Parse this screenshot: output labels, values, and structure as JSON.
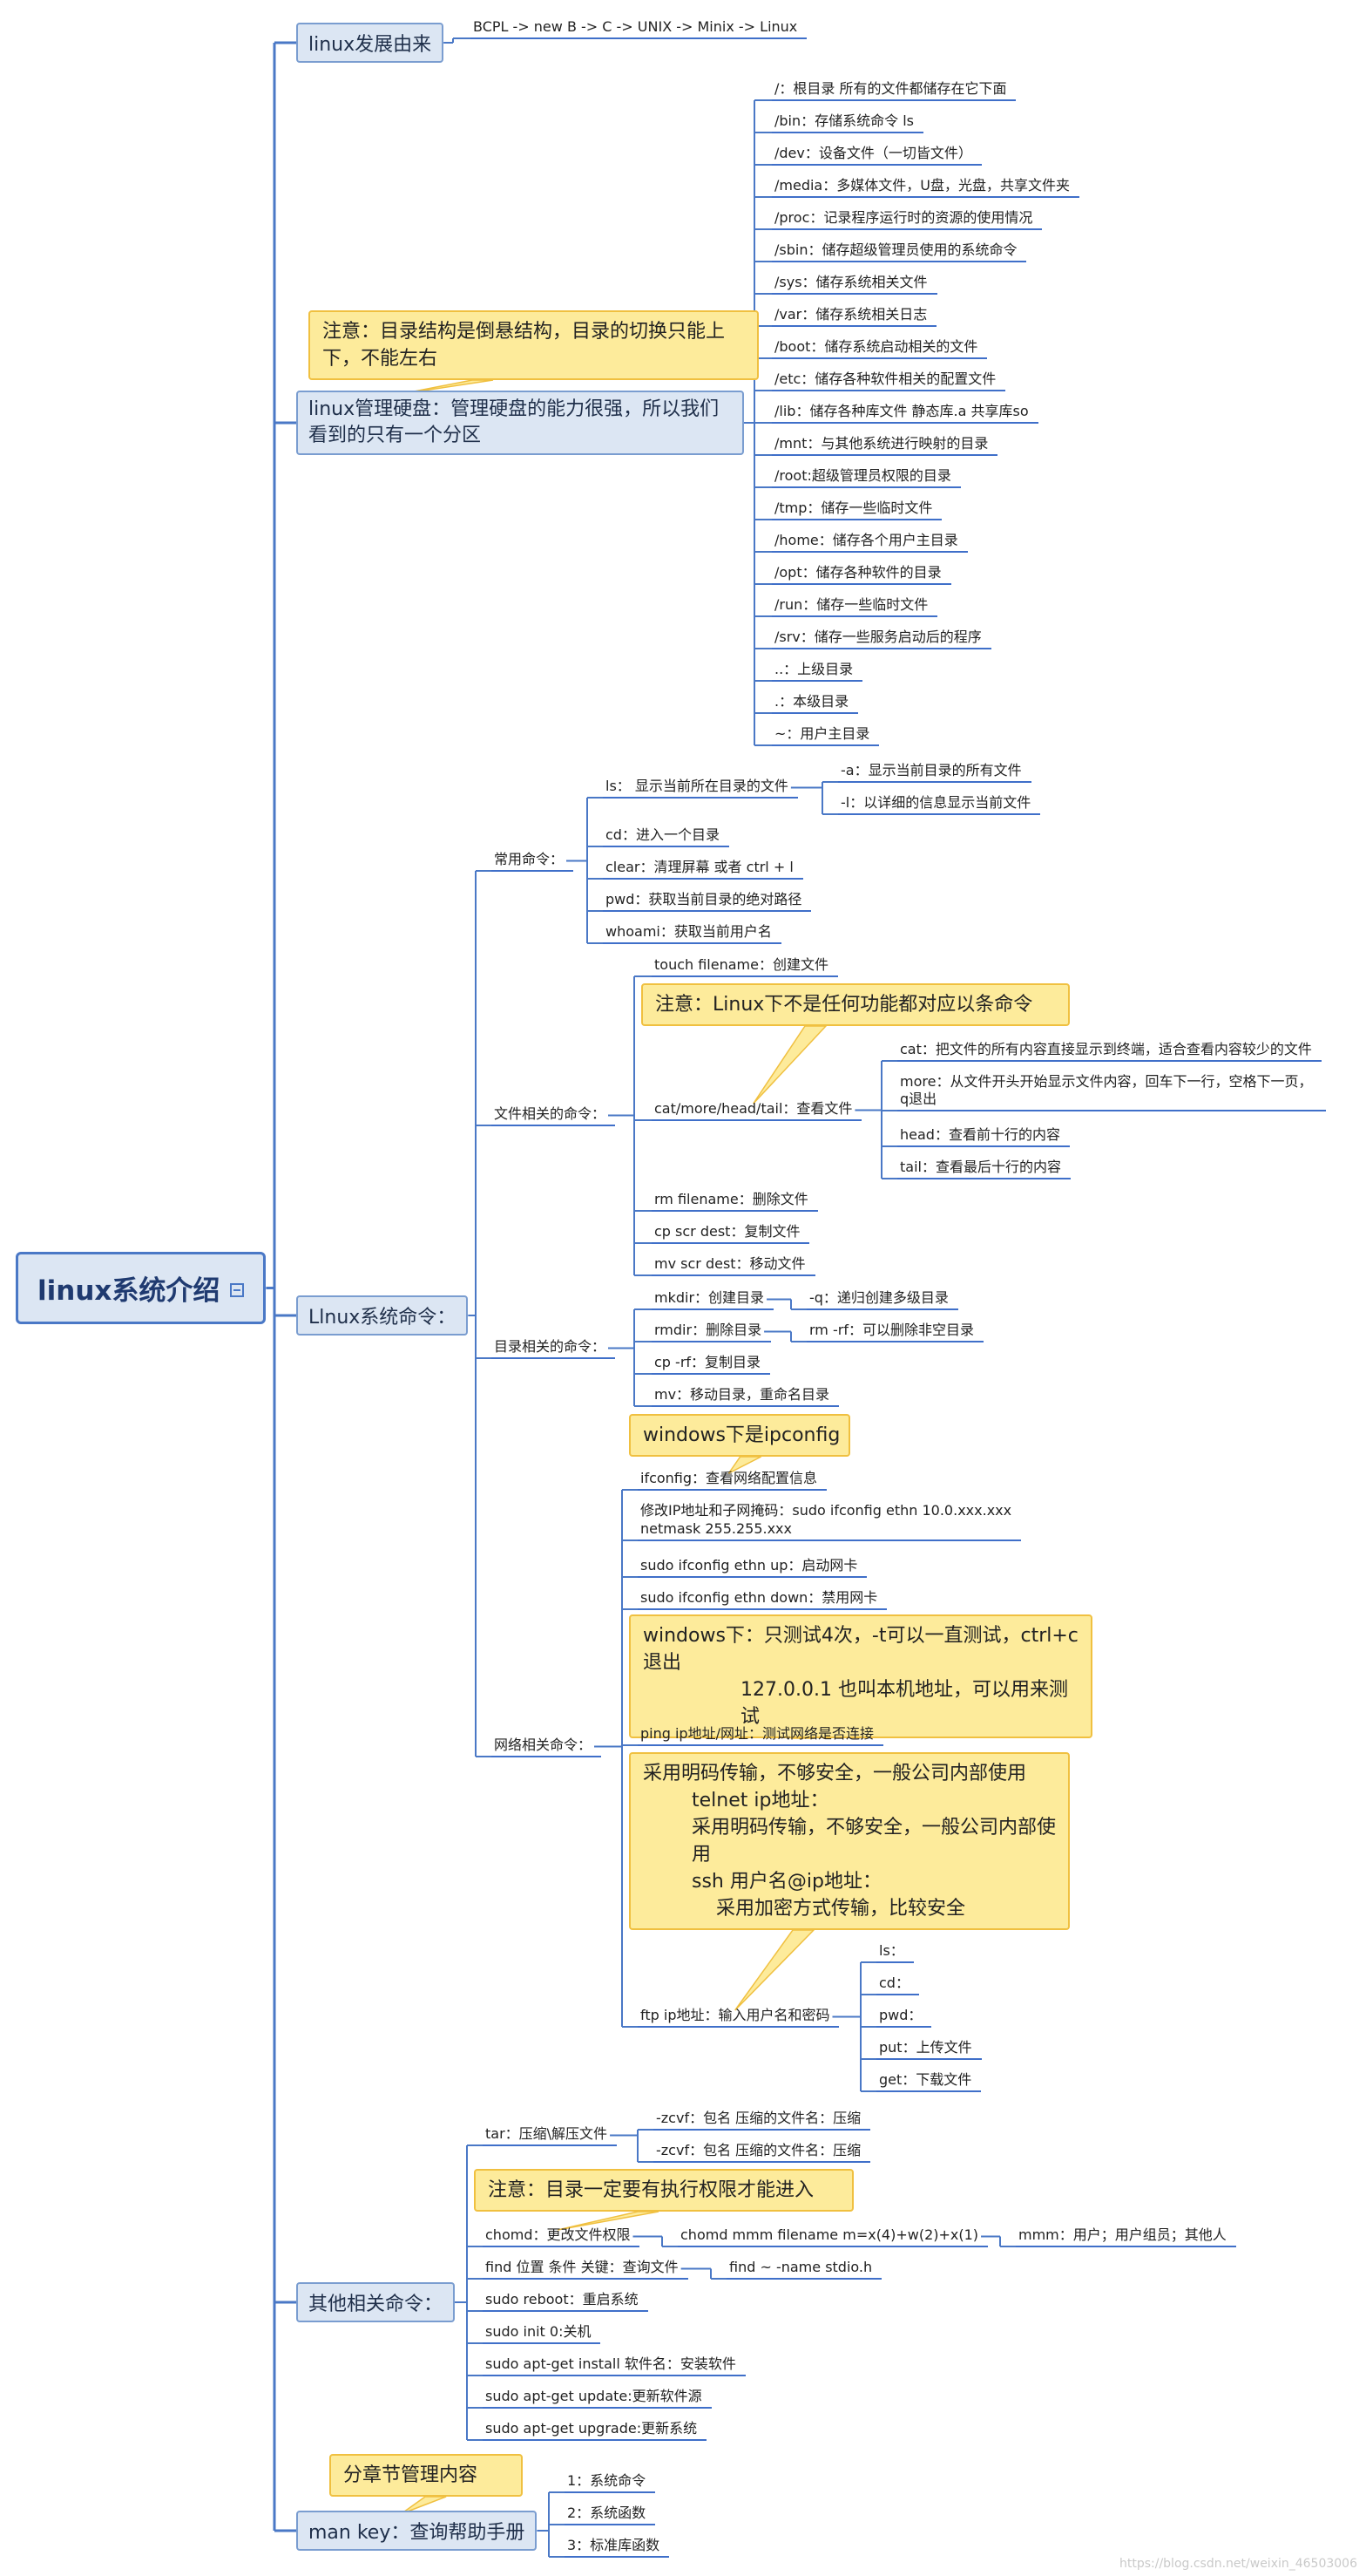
{
  "root": "linux系统介绍",
  "history": {
    "label": "linux发展由来",
    "lineage": "BCPL -> new B -> C -> UNIX -> Minix -> Linux"
  },
  "disk": {
    "label": "linux管理硬盘：管理硬盘的能力很强，所以我们看到的只有一个分区",
    "note": "注意：目录结构是倒悬结构，目录的切换只能上下，不能左右",
    "dirs": [
      "/：根目录 所有的文件都储存在它下面",
      "/bin：存储系统命令 ls",
      "/dev：设备文件（一切皆文件）",
      "/media：多媒体文件，U盘，光盘，共享文件夹",
      "/proc：记录程序运行时的资源的使用情况",
      "/sbin：储存超级管理员使用的系统命令",
      "/sys：储存系统相关文件",
      "/var：储存系统相关日志",
      "/boot：储存系统启动相关的文件",
      "/etc：储存各种软件相关的配置文件",
      "/lib：储存各种库文件 静态库.a 共享库so",
      "/mnt：与其他系统进行映射的目录",
      "/root:超级管理员权限的目录",
      "/tmp：储存一些临时文件",
      "/home：储存各个用户主目录",
      "/opt：储存各种软件的目录",
      "/run：储存一些临时文件",
      "/srv：储存一些服务启动后的程序",
      "..：上级目录",
      ".：本级目录",
      "~：用户主目录"
    ]
  },
  "commands": {
    "label": "Llnux系统命令：",
    "common": {
      "label": "常用命令：",
      "ls": "ls：  显示当前所在目录的文件",
      "ls_opts": [
        "-a：显示当前目录的所有文件",
        "-l：以详细的信息显示当前文件"
      ],
      "items": [
        "cd：进入一个目录",
        "clear：清理屏幕 或者 ctrl + l",
        "pwd：获取当前目录的绝对路径",
        "whoami：获取当前用户名"
      ]
    },
    "file": {
      "label": "文件相关的命令：",
      "touch": "touch filename：创建文件",
      "note": "注意：Linux下不是任何功能都对应以条命令",
      "cat": "cat/more/head/tail：查看文件",
      "cat_opts": [
        "cat：把文件的所有内容直接显示到终端，适合查看内容较少的文件",
        "more：从文件开头开始显示文件内容，回车下一行，空格下一页，q退出",
        "head：查看前十行的内容",
        "tail：查看最后十行的内容"
      ],
      "items": [
        "rm filename：删除文件",
        "cp scr dest：复制文件",
        "mv scr dest：移动文件"
      ]
    },
    "dir": {
      "label": "目录相关的命令：",
      "mkdir": "mkdir：创建目录",
      "mkdir_opt": "-q：递归创建多级目录",
      "rmdir": "rmdir：删除目录",
      "rmdir_opt": "rm -rf：可以删除非空目录",
      "items": [
        "cp -rf：复制目录",
        "mv：移动目录，重命名目录"
      ]
    },
    "net": {
      "label": "网络相关命令：",
      "note_windows": "windows下是ipconfig",
      "ifconfig": "ifconfig：查看网络配置信息",
      "modify_lines": [
        "修改IP地址和子网掩码：sudo ifconfig ethn 10.0.xxx.xxx",
        "netmask 255.255.xxx"
      ],
      "up": "sudo ifconfig ethn up：启动网卡",
      "down": "sudo ifconfig ethn down：禁用网卡",
      "note_ping_lines": [
        "windows下：只测试4次，-t可以一直测试，ctrl+c退出",
        "127.0.0.1 也叫本机地址，可以用来测试"
      ],
      "ping": "ping ip地址/网址：测试网络是否连接",
      "note_ftp_lines": [
        "采用明码传输，不够安全，一般公司内部使用",
        "telnet ip地址：",
        "采用明码传输，不够安全，一般公司内部使用",
        "ssh 用户名@ip地址：",
        "采用加密方式传输，比较安全"
      ],
      "ftp": "ftp ip地址：输入用户名和密码",
      "ftp_cmds": [
        "ls：",
        "cd：",
        "pwd：",
        "put：上传文件",
        "get：下载文件"
      ]
    }
  },
  "other": {
    "label": "其他相关命令：",
    "tar": "tar：压缩\\解压文件",
    "tar_opts": [
      "-zcvf：包名 压缩的文件名：压缩",
      "-zcvf：包名 压缩的文件名：压缩"
    ],
    "note": "注意：目录一定要有执行权限才能进入",
    "chmod": "chomd：更改文件权限",
    "chmod_fmt": "chomd mmm filename m=x(4)+w(2)+x(1)",
    "chmod_desc": "mmm：用户；用户组员；其他人",
    "find": "find 位置 条件 关键：查询文件",
    "find_ex": "find ~ -name stdio.h",
    "items": [
      "sudo reboot：重启系统",
      "sudo init 0:关机",
      "sudo apt-get install 软件名：安装软件",
      "sudo apt-get update:更新软件源",
      "sudo apt-get upgrade:更新系统"
    ]
  },
  "man": {
    "label": "man key：查询帮助手册",
    "note": "分章节管理内容",
    "items": [
      "1：系统命令",
      "2：系统函数",
      "3：标准库函数"
    ]
  },
  "watermark": "https://blog.csdn.net/weixin_46503006"
}
